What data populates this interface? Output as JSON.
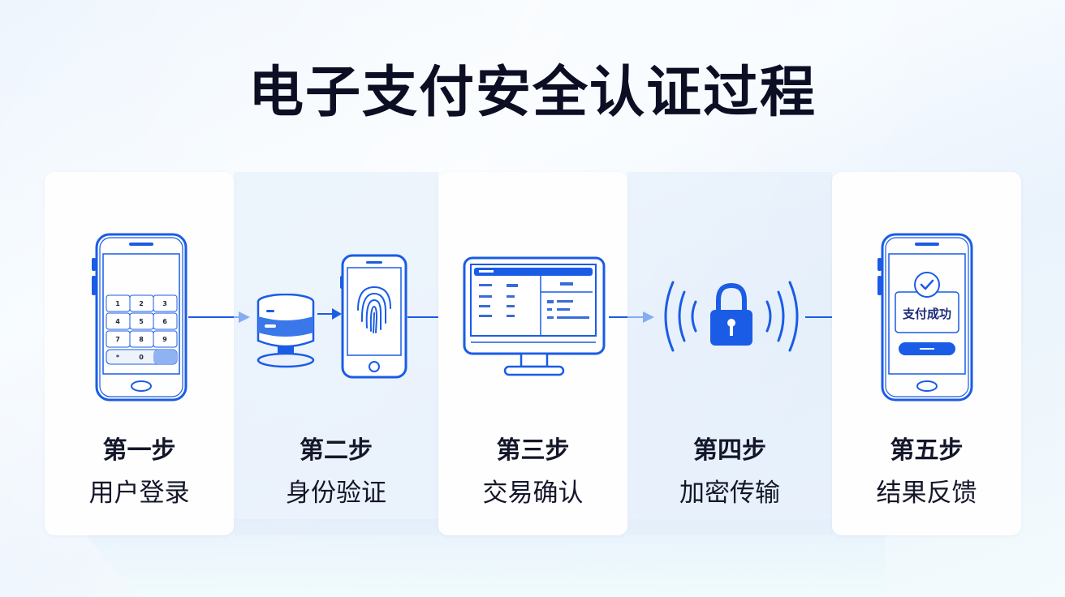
{
  "title": "电子支付安全认证过程",
  "colors": {
    "accent": "#1a5ce6",
    "accent_light": "#8fb2f2",
    "text": "#14162a",
    "card_bg": "#fefefe",
    "band_bg": "#e3edfa"
  },
  "steps": [
    {
      "step_label": "第一步",
      "name": "用户登录",
      "icon": "smartphone-keypad-icon",
      "keypad": [
        "1",
        "2",
        "3",
        "4",
        "5",
        "6",
        "7",
        "8",
        "9",
        "*",
        "0"
      ]
    },
    {
      "step_label": "第二步",
      "name": "身份验证",
      "icon": "fingerprint-phone-icon",
      "secondary_icon": "server-database-icon"
    },
    {
      "step_label": "第三步",
      "name": "交易确认",
      "icon": "monitor-transaction-icon"
    },
    {
      "step_label": "第四步",
      "name": "加密传输",
      "icon": "padlock-signal-icon"
    },
    {
      "step_label": "第五步",
      "name": "结果反馈",
      "icon": "phone-success-icon",
      "screen_text": "支付成功"
    }
  ]
}
